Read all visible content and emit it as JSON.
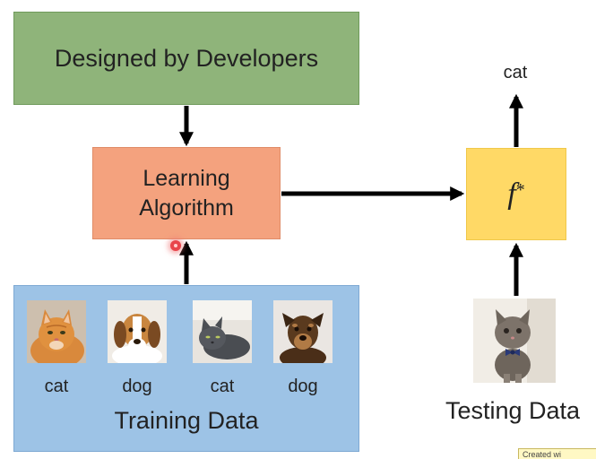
{
  "boxes": {
    "developers": "Designed by Developers",
    "algorithm_line1": "Learning",
    "algorithm_line2": "Algorithm",
    "function": "f",
    "function_sup": "*"
  },
  "output_label": "cat",
  "training": {
    "title": "Training Data",
    "samples": [
      {
        "label": "cat",
        "image": "orange-tabby-cat"
      },
      {
        "label": "dog",
        "image": "beagle-puppy"
      },
      {
        "label": "cat",
        "image": "gray-cat"
      },
      {
        "label": "dog",
        "image": "brown-dog"
      }
    ]
  },
  "testing": {
    "title": "Testing Data",
    "image": "kitten-with-bow-tie"
  },
  "tooltip_fragment": "Created wi",
  "colors": {
    "developers_box": "#8fb47a",
    "algorithm_box": "#f4a27e",
    "function_box": "#ffd966",
    "training_box": "#9dc3e6",
    "arrow": "#000000"
  }
}
